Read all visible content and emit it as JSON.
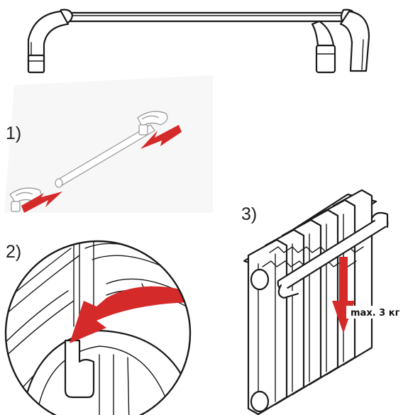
{
  "steps": [
    {
      "label": "1)"
    },
    {
      "label": "2)"
    },
    {
      "label": "3)"
    }
  ],
  "load_note": "max. 3 кг",
  "colors": {
    "arrow": "#d42a2a",
    "outline": "#1a1a1a",
    "soft_outline": "#9a9a9a"
  },
  "icons": [
    "towel-bar",
    "mounting-bracket",
    "insertion-arrow",
    "radiator",
    "load-arrow"
  ]
}
